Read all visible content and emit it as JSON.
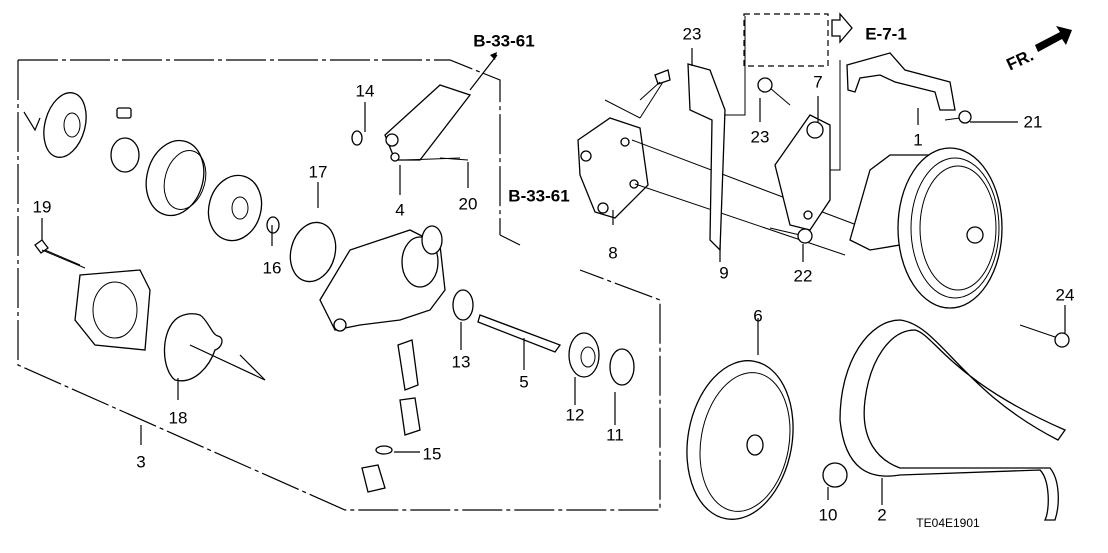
{
  "diagram": {
    "title_code": "TE04E1901",
    "orientation_label": "FR.",
    "references": [
      {
        "id": "ref-upper",
        "text": "B-33-61"
      },
      {
        "id": "ref-middle",
        "text": "B-33-61"
      },
      {
        "id": "ref-e",
        "text": "E-7-1"
      }
    ],
    "callouts": [
      {
        "num": "1",
        "part": "pump-stay"
      },
      {
        "num": "2",
        "part": "drive-belt"
      },
      {
        "num": "3",
        "part": "pump-assembly-kit"
      },
      {
        "num": "4",
        "part": "suction-joint"
      },
      {
        "num": "5",
        "part": "shaft"
      },
      {
        "num": "6",
        "part": "pulley"
      },
      {
        "num": "7",
        "part": "bracket-stay"
      },
      {
        "num": "8",
        "part": "pump-bracket"
      },
      {
        "num": "9",
        "part": "stay-plate"
      },
      {
        "num": "10",
        "part": "pulley-nut"
      },
      {
        "num": "11",
        "part": "snap-ring"
      },
      {
        "num": "12",
        "part": "ball-bearing"
      },
      {
        "num": "13",
        "part": "oil-seal"
      },
      {
        "num": "14",
        "part": "o-ring-small"
      },
      {
        "num": "15",
        "part": "o-ring-plug"
      },
      {
        "num": "16",
        "part": "o-ring"
      },
      {
        "num": "17",
        "part": "o-ring-large"
      },
      {
        "num": "18",
        "part": "cover-gasket"
      },
      {
        "num": "19",
        "part": "cover-bolt"
      },
      {
        "num": "20",
        "part": "joint-bolt"
      },
      {
        "num": "21",
        "part": "flange-bolt"
      },
      {
        "num": "22",
        "part": "flange-bolt"
      },
      {
        "num": "23",
        "part": "flange-bolt"
      },
      {
        "num": "24",
        "part": "flange-bolt"
      }
    ]
  }
}
